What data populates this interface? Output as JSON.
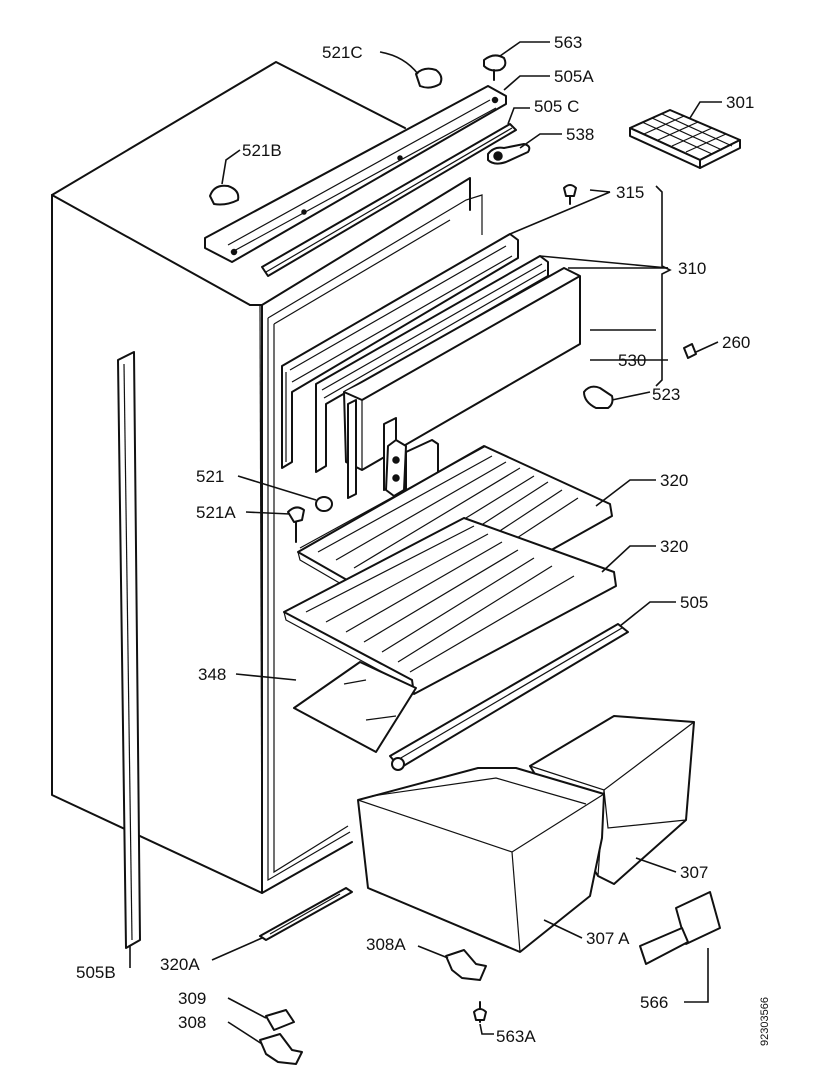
{
  "labels": {
    "l521c": "521C",
    "l563": "563",
    "l505a": "505A",
    "l505c": "505 C",
    "l538": "538",
    "l301": "301",
    "l521b": "521B",
    "l315": "315",
    "l310": "310",
    "l260": "260",
    "l530": "530",
    "l523": "523",
    "l521": "521",
    "l521a": "521A",
    "l320a": "320",
    "l320b": "320",
    "l505": "505",
    "l348": "348",
    "l307": "307",
    "l307a": "307 A",
    "l566": "566",
    "l308a": "308A",
    "l320A": "320A",
    "l505b": "505B",
    "l309": "309",
    "l308": "308",
    "l563a": "563A"
  },
  "drawing_code": "92303566"
}
